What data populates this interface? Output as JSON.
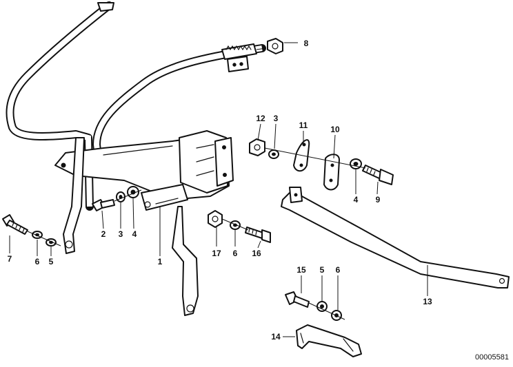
{
  "diagram": {
    "doc_number": "00005581",
    "callouts": [
      {
        "id": "c1",
        "label": "1"
      },
      {
        "id": "c2",
        "label": "2"
      },
      {
        "id": "c3a",
        "label": "3"
      },
      {
        "id": "c4a",
        "label": "4"
      },
      {
        "id": "c5a",
        "label": "5"
      },
      {
        "id": "c6a",
        "label": "6"
      },
      {
        "id": "c7",
        "label": "7"
      },
      {
        "id": "c8",
        "label": "8"
      },
      {
        "id": "c9",
        "label": "9"
      },
      {
        "id": "c10",
        "label": "10"
      },
      {
        "id": "c11",
        "label": "11"
      },
      {
        "id": "c12",
        "label": "12"
      },
      {
        "id": "c3b",
        "label": "3"
      },
      {
        "id": "c4b",
        "label": "4"
      },
      {
        "id": "c13",
        "label": "13"
      },
      {
        "id": "c14",
        "label": "14"
      },
      {
        "id": "c15",
        "label": "15"
      },
      {
        "id": "c5b",
        "label": "5"
      },
      {
        "id": "c6b",
        "label": "6"
      },
      {
        "id": "c16",
        "label": "16"
      },
      {
        "id": "c17",
        "label": "17"
      },
      {
        "id": "c6c",
        "label": "6"
      },
      {
        "id": "c5c",
        "label": "5"
      }
    ]
  }
}
